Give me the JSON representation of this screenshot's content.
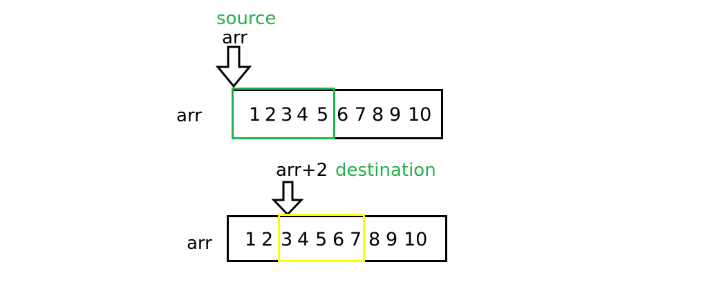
{
  "top": {
    "source_label": "source",
    "pointer_label": "arr",
    "row_label": "arr",
    "numbers": [
      "1",
      "2",
      "3",
      "4",
      "5",
      "6",
      "7",
      "8",
      "9",
      "10"
    ],
    "highlight": {
      "from_index": 0,
      "to_index": 4,
      "color": "#22b14c"
    }
  },
  "bottom": {
    "pointer_label": "arr+2",
    "destination_label": "destination",
    "row_label": "arr",
    "numbers": [
      "1",
      "2",
      "3",
      "4",
      "5",
      "6",
      "7",
      "8",
      "9",
      "10"
    ],
    "highlight": {
      "from_index": 2,
      "to_index": 6,
      "color": "#ffff00"
    }
  },
  "colors": {
    "accent_green": "#22b14c",
    "highlight_yellow": "#ffff00",
    "outline": "#000000"
  }
}
